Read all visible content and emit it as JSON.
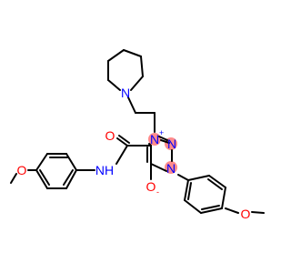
{
  "colors": {
    "bond": "#000000",
    "nitrogen": "#0000ff",
    "oxygen": "#ff0000",
    "highlight": "#ff8c8c"
  },
  "atoms": {
    "n_pip": "N",
    "n_plus": "N",
    "n_mid": "N",
    "n_right": "N",
    "nh": "NH",
    "o_carbonyl": "O",
    "o_minus": "O",
    "o_left": "O",
    "o_right": "O"
  },
  "charges": {
    "n_plus": "+",
    "o_minus": "-"
  }
}
